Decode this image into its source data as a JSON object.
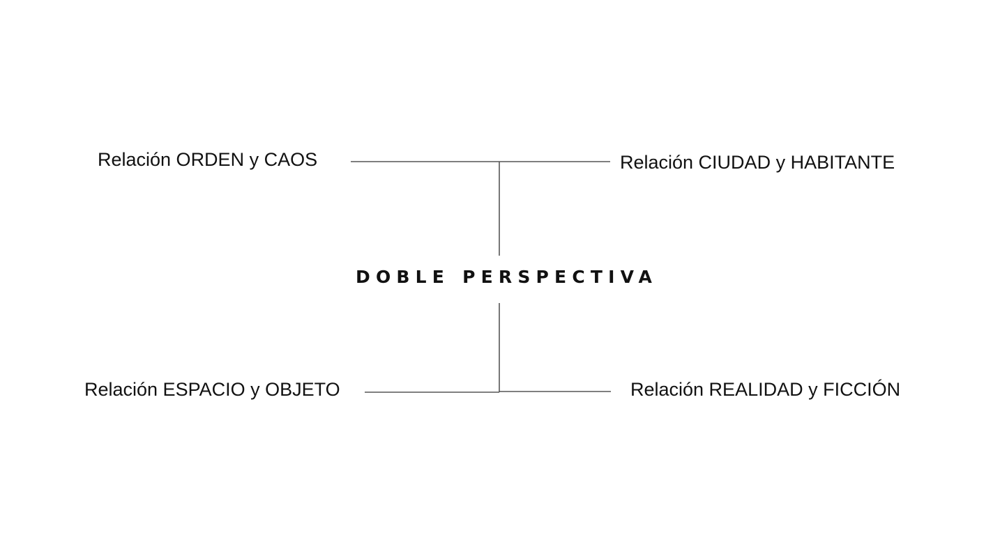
{
  "center": {
    "word1": "DOBLE",
    "word2": "PERSPECTIVA"
  },
  "relations": {
    "top_left": "Relación ORDEN y CAOS",
    "top_right": "Relación CIUDAD y HABITANTE",
    "bottom_left": "Relación ESPACIO y OBJETO",
    "bottom_right": "Relación REALIDAD y FICCIÓN"
  },
  "colors": {
    "line": "#555555",
    "text": "#111111",
    "background": "#ffffff"
  }
}
